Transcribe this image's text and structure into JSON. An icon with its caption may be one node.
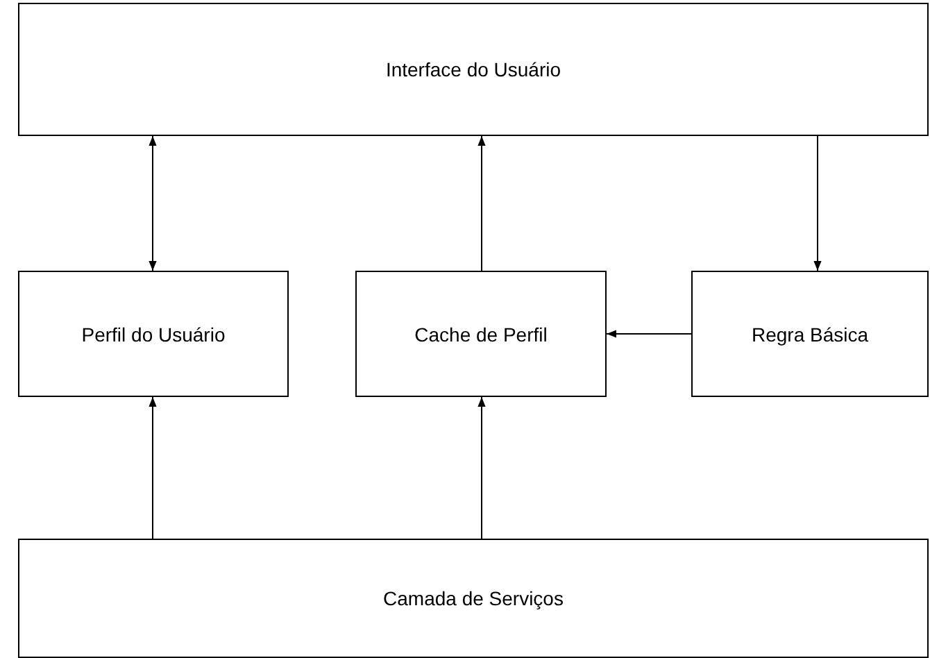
{
  "diagram": {
    "nodes": [
      {
        "text": [
          "Interface do Usuário"
        ]
      },
      {
        "text": [
          "Perfil do Usuário"
        ]
      },
      {
        "text": [
          "Cache de Perfil"
        ]
      },
      {
        "text": [
          "Regra Básica"
        ]
      },
      {
        "text": [
          "Camada de Serviços"
        ]
      }
    ],
    "edges": [
      {
        "from": 0,
        "to": 1,
        "arrow": "both"
      },
      {
        "from": 2,
        "to": 0,
        "arrow": "to"
      },
      {
        "from": 0,
        "to": 3,
        "arrow": "to"
      },
      {
        "from": 3,
        "to": 2,
        "arrow": "to"
      },
      {
        "from": 4,
        "to": 1,
        "arrow": "to"
      },
      {
        "from": 4,
        "to": 2,
        "arrow": "to"
      }
    ]
  }
}
